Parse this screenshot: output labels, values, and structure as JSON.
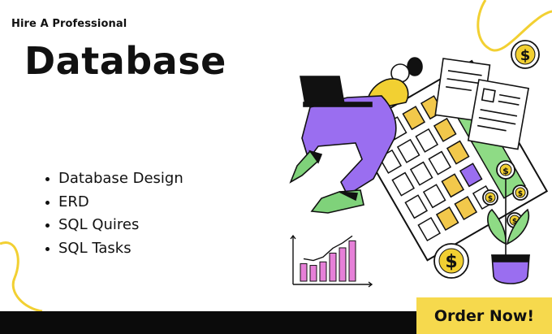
{
  "header": {
    "kicker": "Hire A Professional",
    "title": "Database"
  },
  "services": [
    {
      "label": "Database Design"
    },
    {
      "label": "ERD"
    },
    {
      "label": "SQL Quires"
    },
    {
      "label": "SQL Tasks"
    }
  ],
  "cta": {
    "label": "Order Now!"
  },
  "illustration": {
    "coin_symbol": "$",
    "colors": {
      "accent_yellow": "#f2d032",
      "bar_pink": "#e680d8",
      "pants_purple": "#9a6ef0",
      "shoe_green": "#7fd27a",
      "grid_green": "#8edb85"
    }
  },
  "chart_data": {
    "type": "bar",
    "categories": [
      "",
      "",
      "",
      "",
      "",
      ""
    ],
    "values": [
      2,
      1.8,
      2.2,
      3.2,
      3.8,
      4.6
    ],
    "title": "",
    "xlabel": "",
    "ylabel": "",
    "ylim": [
      0,
      5
    ]
  }
}
